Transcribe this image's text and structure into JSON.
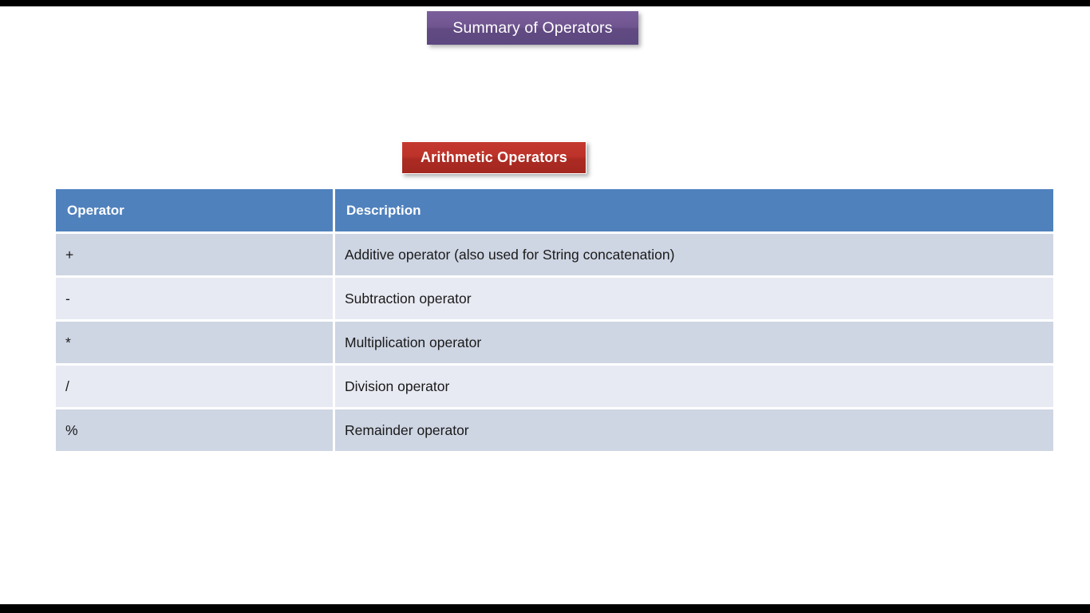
{
  "slide": {
    "title_banner": {
      "label": "Summary of Operators",
      "color": "#6b5190"
    },
    "section_banner": {
      "label": "Arithmetic Operators",
      "color": "#b53026"
    },
    "table": {
      "header_color": "#4f81bd",
      "row_color_odd": "#ced5e3",
      "row_color_even": "#e7eaf2",
      "columns": [
        "Operator",
        "Description"
      ],
      "rows": [
        {
          "operator": "+",
          "description": "Additive operator (also used for String concatenation)"
        },
        {
          "operator": "-",
          "description": "Subtraction operator"
        },
        {
          "operator": "*",
          "description": "Multiplication operator"
        },
        {
          "operator": "/",
          "description": "Division operator"
        },
        {
          "operator": "%",
          "description": "Remainder operator"
        }
      ]
    }
  }
}
